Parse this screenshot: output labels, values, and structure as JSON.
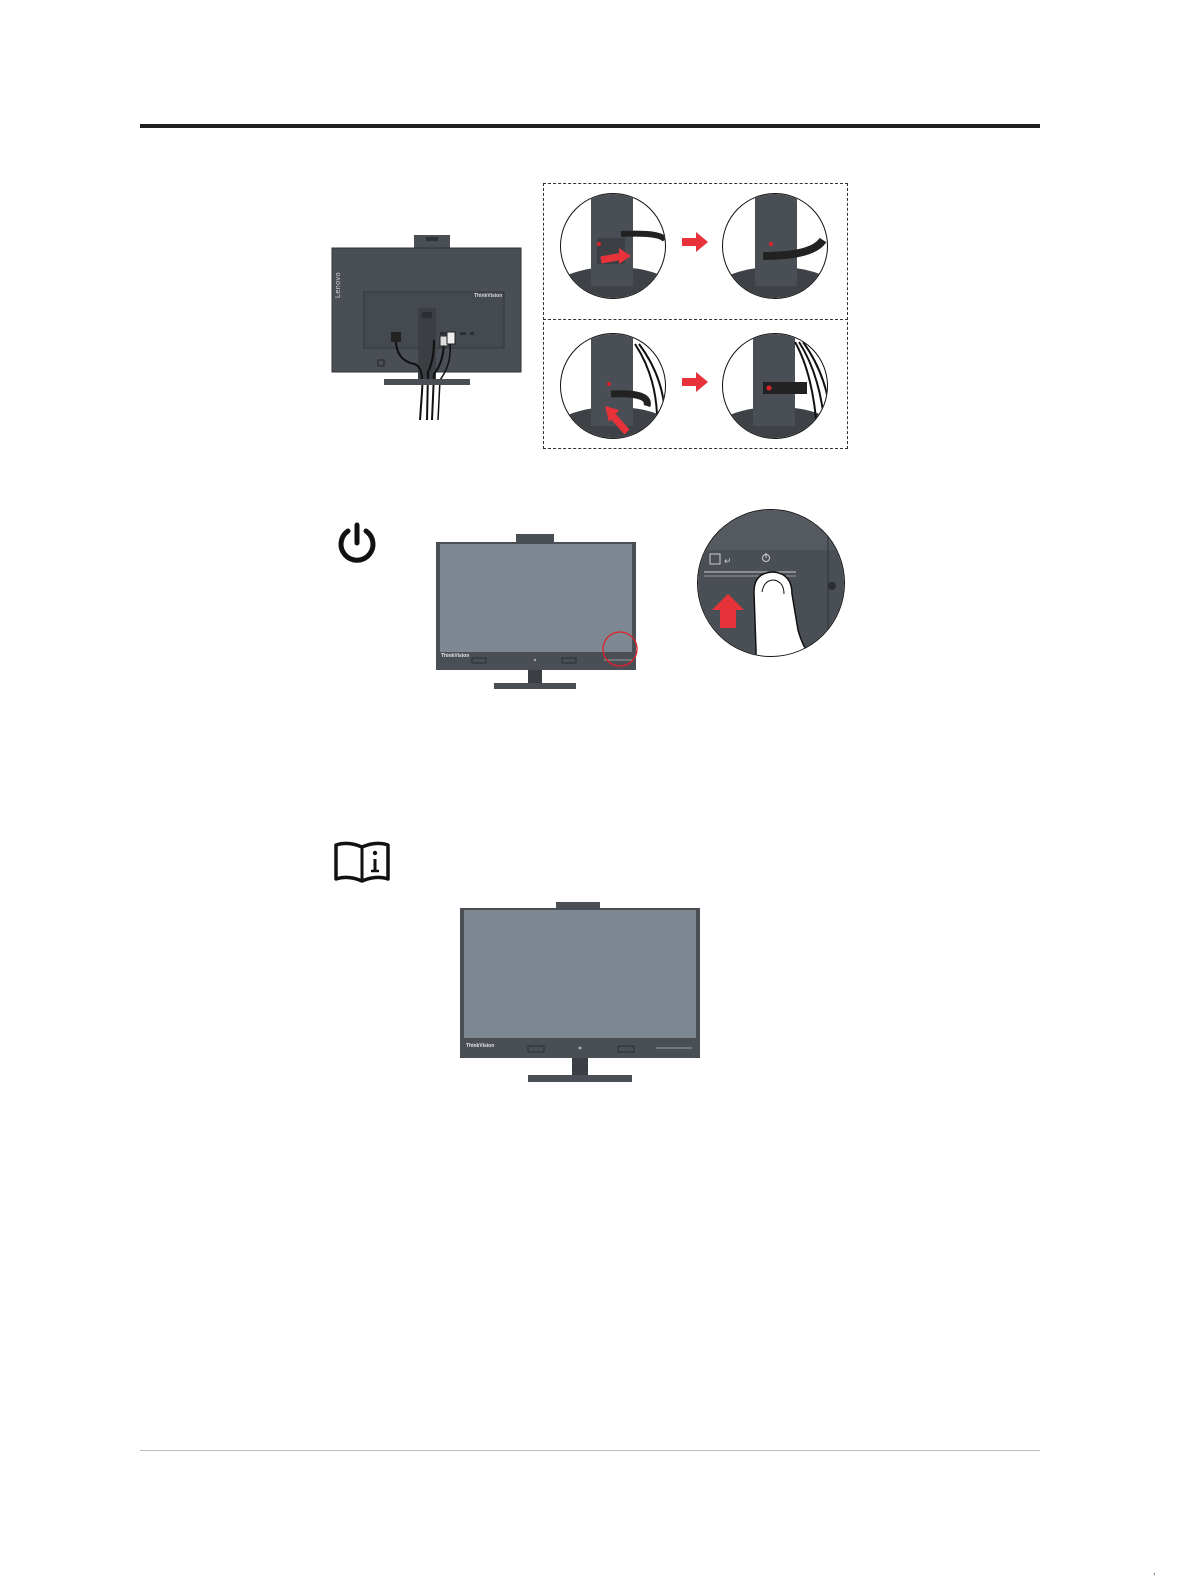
{
  "figure1": {
    "rear_logo": "Lenovo",
    "rear_brand": "ThinkVision"
  },
  "figure2": {
    "front_brand": "ThinkVision"
  },
  "figure3": {
    "front_brand": "ThinkVision"
  },
  "colors": {
    "monitor_dark": "#4a4f55",
    "screen_gray": "#7e8892",
    "arrow_red": "#e8323a",
    "callout_red": "#e0202a"
  },
  "icons": {
    "power": "power-icon",
    "manual": "book-info-icon"
  },
  "footer": {
    "corner_mark": ","
  }
}
